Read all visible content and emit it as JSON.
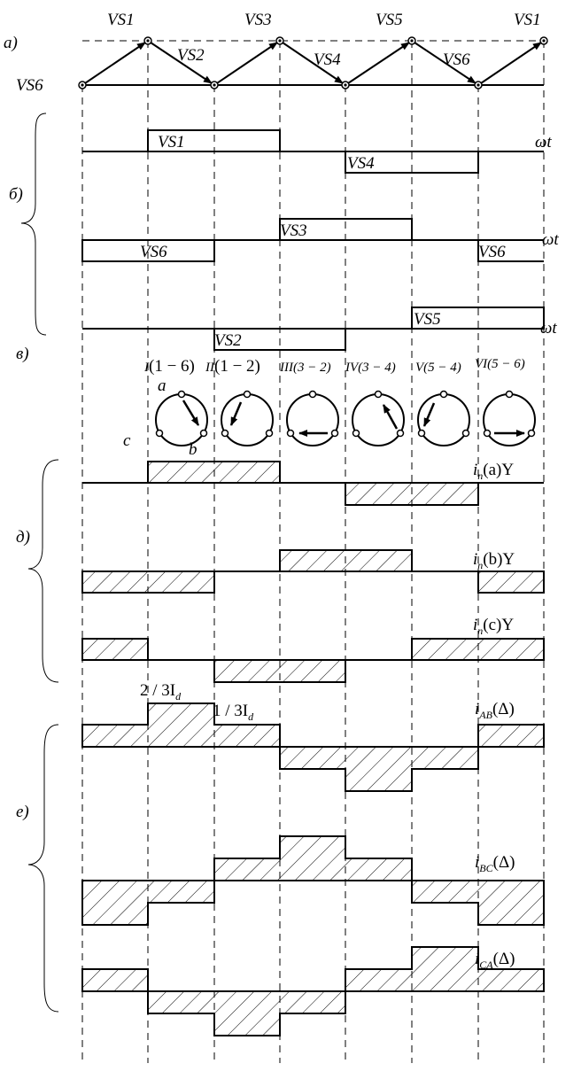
{
  "section_labels": {
    "a": "а)",
    "b": "б)",
    "v": "в)",
    "d": "д)",
    "e": "е)"
  },
  "commutation": {
    "top": [
      "VS1",
      "VS3",
      "VS5",
      "VS1"
    ],
    "bottom": [
      "VS2",
      "VS4",
      "VS6"
    ],
    "start": "VS6"
  },
  "pulses": {
    "vs1": "VS1",
    "vs4": "VS4",
    "vs3": "VS3",
    "vs6a": "VS6",
    "vs6b": "VS6",
    "vs5": "VS5",
    "vs2": "VS2",
    "axis": "ωt"
  },
  "intervals": [
    {
      "roman": "I",
      "pair": "(1 − 6)"
    },
    {
      "roman": "II",
      "pair": "(1 − 2)"
    },
    {
      "roman": "III",
      "pair": "(3 − 2)"
    },
    {
      "roman": "IV",
      "pair": "(3 − 4)"
    },
    {
      "roman": "V",
      "pair": "(5 − 4)"
    },
    {
      "roman": "VI",
      "pair": "(5 − 6)"
    }
  ],
  "phase_names": {
    "a": "a",
    "b": "b",
    "c": "c"
  },
  "currents_star": {
    "ia": {
      "main": "i",
      "sub": "n",
      "tail": "(a)Y"
    },
    "ib": {
      "main": "i",
      "sub": "n",
      "tail": "(b)Y"
    },
    "ic": {
      "main": "i",
      "sub": "n",
      "tail": "(c)Y"
    }
  },
  "currents_delta": {
    "iab": {
      "main": "i",
      "sub": "AB",
      "tail": "(Δ)"
    },
    "ibc": {
      "main": "i",
      "sub": "BC",
      "tail": "(Δ)"
    },
    "ica": {
      "main": "i",
      "sub": "CA",
      "tail": "(Δ)"
    }
  },
  "level_labels": {
    "two_thirds": {
      "main": "2 / 3I",
      "sub": "d"
    },
    "one_third": {
      "main": "1 / 3I",
      "sub": "d"
    }
  }
}
